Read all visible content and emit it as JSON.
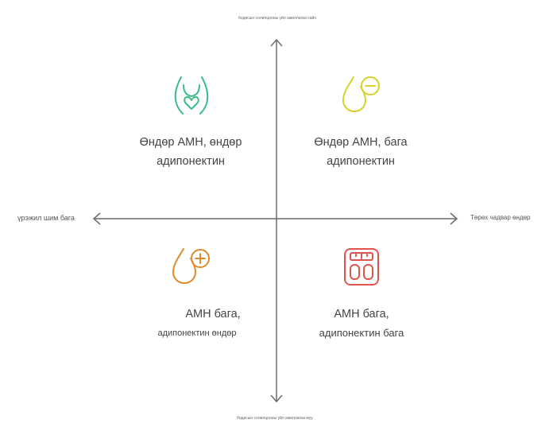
{
  "axes": {
    "top": "бодисын солилцооны үйл ажиллагаа сайн",
    "bottom": "бодисын солилцооны үйл ажиллагаа муу",
    "left": "үрэжил шим бага",
    "right": "Төрөх чадвар өндөр"
  },
  "quadrants": {
    "top_left": {
      "line1": "Өндөр АМН, өндөр",
      "line2": "адипонектин",
      "icon": "womb-heart-icon",
      "color": "#3dbb86"
    },
    "top_right": {
      "line1": "Өндөр АМН, бага",
      "line2": "адипонектин",
      "icon": "drop-minus-icon",
      "color": "#d8d12a"
    },
    "bottom_left": {
      "line1": "АМН бага,",
      "line2": "адипонектин өндөр",
      "icon": "drop-plus-icon",
      "color": "#e08a2c"
    },
    "bottom_right": {
      "line1": "АМН бага,",
      "line2": "адипонектин бага",
      "icon": "scale-icon",
      "color": "#e0554e"
    }
  },
  "colors": {
    "axis": "#6b6b6b"
  }
}
